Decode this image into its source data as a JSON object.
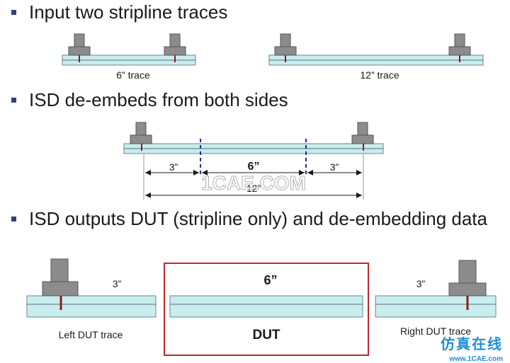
{
  "bullets": [
    "Input two stripline traces",
    "ISD de-embeds from both sides",
    "ISD outputs DUT (stripline only) and de-embedding data"
  ],
  "row1": {
    "trace6_label": "6” trace",
    "trace12_label": "12” trace"
  },
  "row2": {
    "left_dim": "3”",
    "center_dim": "6”",
    "right_dim": "3”",
    "total_dim": "12”"
  },
  "row3": {
    "left_len": "3”",
    "left_caption": "Left DUT trace",
    "dut_len": "6”",
    "dut_caption": "DUT",
    "right_len": "3”",
    "right_caption": "Right DUT trace"
  },
  "watermark": {
    "center": "1CAE.COM",
    "cn": "仿真在线",
    "url": "www.1CAE.com"
  },
  "colors": {
    "board": "#c9ecef",
    "connector": "#8c8c8c",
    "trace": "#8b1a1a",
    "dash": "#1f2f8f",
    "dut_box": "#c0272d",
    "bullet": "#2f3f86"
  }
}
